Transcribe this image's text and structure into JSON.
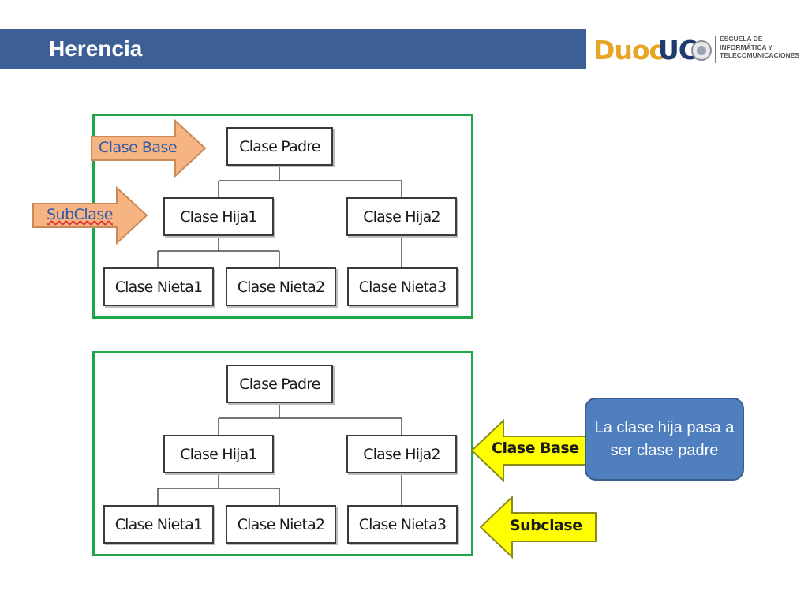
{
  "header": {
    "title": "Herencia"
  },
  "logo": {
    "brand_duoc": "Duoc",
    "brand_uc": "UC",
    "school_lines": [
      "ESCUELA DE",
      "INFORMÁTICA Y",
      "TELECOMUNICACIONES"
    ]
  },
  "diagram_top": {
    "nodes": {
      "padre": "Clase Padre",
      "hija1": "Clase Hija1",
      "hija2": "Clase Hija2",
      "nieta1": "Clase Nieta1",
      "nieta2": "Clase Nieta2",
      "nieta3": "Clase Nieta3"
    },
    "arrow_base": "Clase Base",
    "arrow_sub": "SubClase"
  },
  "diagram_bottom": {
    "nodes": {
      "padre": "Clase Padre",
      "hija1": "Clase Hija1",
      "hija2": "Clase Hija2",
      "nieta1": "Clase Nieta1",
      "nieta2": "Clase Nieta2",
      "nieta3": "Clase Nieta3"
    },
    "arrow_base": "Clase Base",
    "arrow_sub": "Subclase"
  },
  "callout": {
    "text": "La clase hija pasa a ser clase padre"
  },
  "colors": {
    "header": "#3c5f96",
    "panel_border": "#1fa64a",
    "arrow_orange": "#f5b482",
    "arrow_yellow": "#ffff00",
    "callout": "#4f7fbf"
  }
}
